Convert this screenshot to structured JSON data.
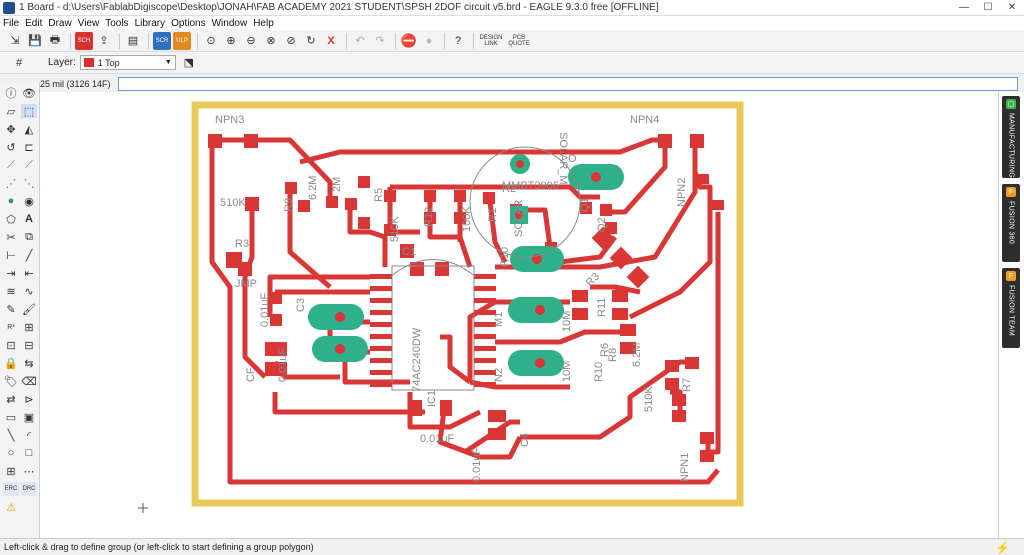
{
  "window": {
    "title": "1 Board - d:\\Users\\FablabDigiscope\\Desktop\\JONAH\\FAB ACADEMY 2021 STUDENT\\SPSH 2DOF circuit v5.brd - EAGLE 9.3.0 free [OFFLINE]"
  },
  "menu": [
    "File",
    "Edit",
    "Draw",
    "View",
    "Tools",
    "Library",
    "Options",
    "Window",
    "Help"
  ],
  "toolbar": {
    "sch_label": "SCH",
    "scr_label": "SCR",
    "ulp_label": "ULP",
    "design_link_label": "DESIGN LINK",
    "pcb_quote_label": "PCB QUOTE"
  },
  "params": {
    "layer_label": "Layer:",
    "layer_value": "1 Top",
    "layer_color": "#d93030"
  },
  "command": {
    "coordinates": "25 mil (3126 14F)",
    "input_value": ""
  },
  "right_panel": [
    {
      "label": "MANUFACTURING",
      "icon_color": "#3ab54a"
    },
    {
      "label": "FUSION 360",
      "icon_color": "#f29b20"
    },
    {
      "label": "FUSION TEAM",
      "icon_color": "#f29b20"
    }
  ],
  "status": {
    "message": "Left-click & drag to define group (or left-click to start defining a group polygon)"
  },
  "board": {
    "colors": {
      "outline": "#e9c85a",
      "copper_top": "#d93636",
      "hole": "#2fb08a",
      "silkscreen": "#8a8a8a"
    },
    "labels": {
      "npn3": "NPN3",
      "npn4": "NPN4",
      "npn2": "NPN2",
      "npn1": "NPN1",
      "r510k_top": "510K",
      "r9": "R9",
      "r62m_top": "6.2M",
      "r2m": "2M",
      "r5": "R5",
      "r510k_mid": "510K",
      "r12": "R12",
      "r100k": "100K",
      "r1": "R1",
      "r2": "R2",
      "r10": "R10",
      "q1": "Q1",
      "q2": "Q2",
      "r3": "R3",
      "jmp": "JMP",
      "c1": "C1",
      "c3": "C3",
      "c01_left": "0.01uF",
      "c01_left2": "0.01uF",
      "cf": "CF",
      "c01_bottom": "0.01uF",
      "c01_bottom2": "0.01uF",
      "c4": "C4",
      "ic_part": "74AC240DW",
      "ic_name": "IC1",
      "m1": "M1",
      "r11": "R11",
      "r10m_a": "10M",
      "r10m_b": "10M",
      "r6": "R6",
      "r10_2": "R10",
      "r8": "R8",
      "r62m_right": "6.2M",
      "r510k_right": "510K",
      "r7": "R7",
      "n2": "N2",
      "solar": "SOLAR_M",
      "mmb": "MMBT3906",
      "t_solar": "SOLAR",
      "t_o": "O"
    }
  }
}
